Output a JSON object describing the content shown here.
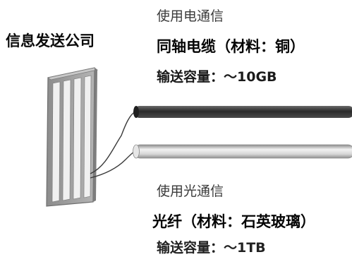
{
  "company": {
    "label": "信息发送公司"
  },
  "electric": {
    "method": "使用电通信",
    "medium": "同轴电缆（材料：铜）",
    "capacity": "输送容量：～10GB"
  },
  "optical": {
    "method": "使用光通信",
    "medium": "光纤（材料：石英玻璃）",
    "capacity": "输送容量：～1TB"
  },
  "colors": {
    "copper_cable": "#3a3a3a",
    "fiber_cable": "#d2d2d2",
    "building": "#9a9a9a"
  }
}
